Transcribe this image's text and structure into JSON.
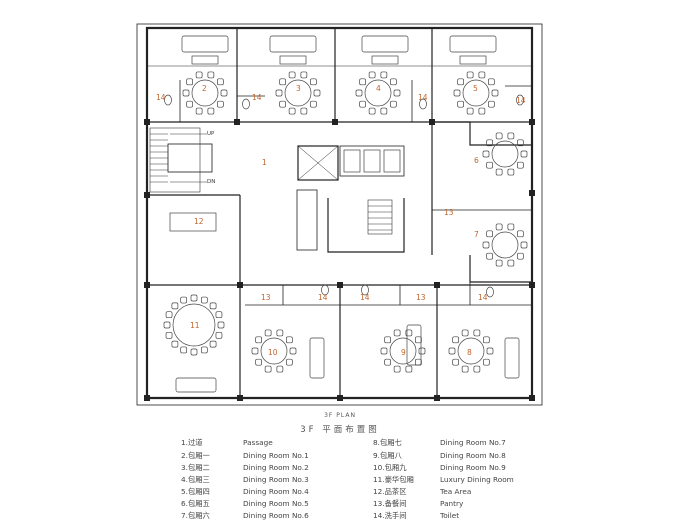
{
  "plan": {
    "subtitle": "3F PLAN",
    "title": "3F 平面布置图"
  },
  "rooms": [
    {
      "id": "1"
    },
    {
      "id": "2"
    },
    {
      "id": "3"
    },
    {
      "id": "4"
    },
    {
      "id": "5"
    },
    {
      "id": "6"
    },
    {
      "id": "7"
    },
    {
      "id": "8"
    },
    {
      "id": "9"
    },
    {
      "id": "10"
    },
    {
      "id": "11"
    },
    {
      "id": "12"
    },
    {
      "id": "13"
    },
    {
      "id": "14"
    }
  ],
  "stairs": {
    "up": "UP",
    "down": "DN"
  },
  "legend": [
    {
      "cn": "1.过道",
      "en": "Passage"
    },
    {
      "cn": "2.包厢一",
      "en": "Dining Room No.1"
    },
    {
      "cn": "3.包厢二",
      "en": "Dining Room No.2"
    },
    {
      "cn": "4.包厢三",
      "en": "Dining Room No.3"
    },
    {
      "cn": "5.包厢四",
      "en": "Dining Room No.4"
    },
    {
      "cn": "6.包厢五",
      "en": "Dining Room No.5"
    },
    {
      "cn": "7.包厢六",
      "en": "Dining Room No.6"
    },
    {
      "cn": "8.包厢七",
      "en": "Dining Room No.7"
    },
    {
      "cn": "9.包厢八",
      "en": "Dining Room No.8"
    },
    {
      "cn": "10.包厢九",
      "en": "Dining Room No.9"
    },
    {
      "cn": "11.豪华包厢",
      "en": "Luxury Dining Room"
    },
    {
      "cn": "12.品茶区",
      "en": "Tea Area"
    },
    {
      "cn": "13.备餐间",
      "en": "Pantry"
    },
    {
      "cn": "14.洗手间",
      "en": "Toilet"
    }
  ]
}
